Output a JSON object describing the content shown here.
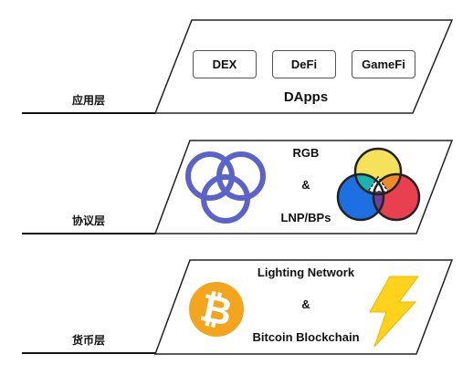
{
  "layers": [
    {
      "label": "应用层",
      "title": "DApps",
      "apps": [
        "DEX",
        "DeFi",
        "GameFi"
      ]
    },
    {
      "label": "协议层",
      "protocol_top": "RGB",
      "ampersand": "&",
      "protocol_bottom": "LNP/BPs"
    },
    {
      "label": "货币层",
      "network_top": "Lighting Network",
      "ampersand": "&",
      "network_bottom": "Bitcoin Blockchain"
    }
  ],
  "icons": {
    "rings": "three-interlocking-rings-icon",
    "venn": "color-venn-icon",
    "bitcoin": "bitcoin-icon",
    "lightning": "lightning-bolt-icon"
  },
  "colors": {
    "rings": "#5b63c8",
    "venn_yellow": "#f5e15a",
    "venn_cyan": "#1bb3b0",
    "venn_blue": "#1e6fe0",
    "venn_red": "#e8404e",
    "bitcoin": "#f4a51e",
    "lightning": "#ffd21c"
  }
}
